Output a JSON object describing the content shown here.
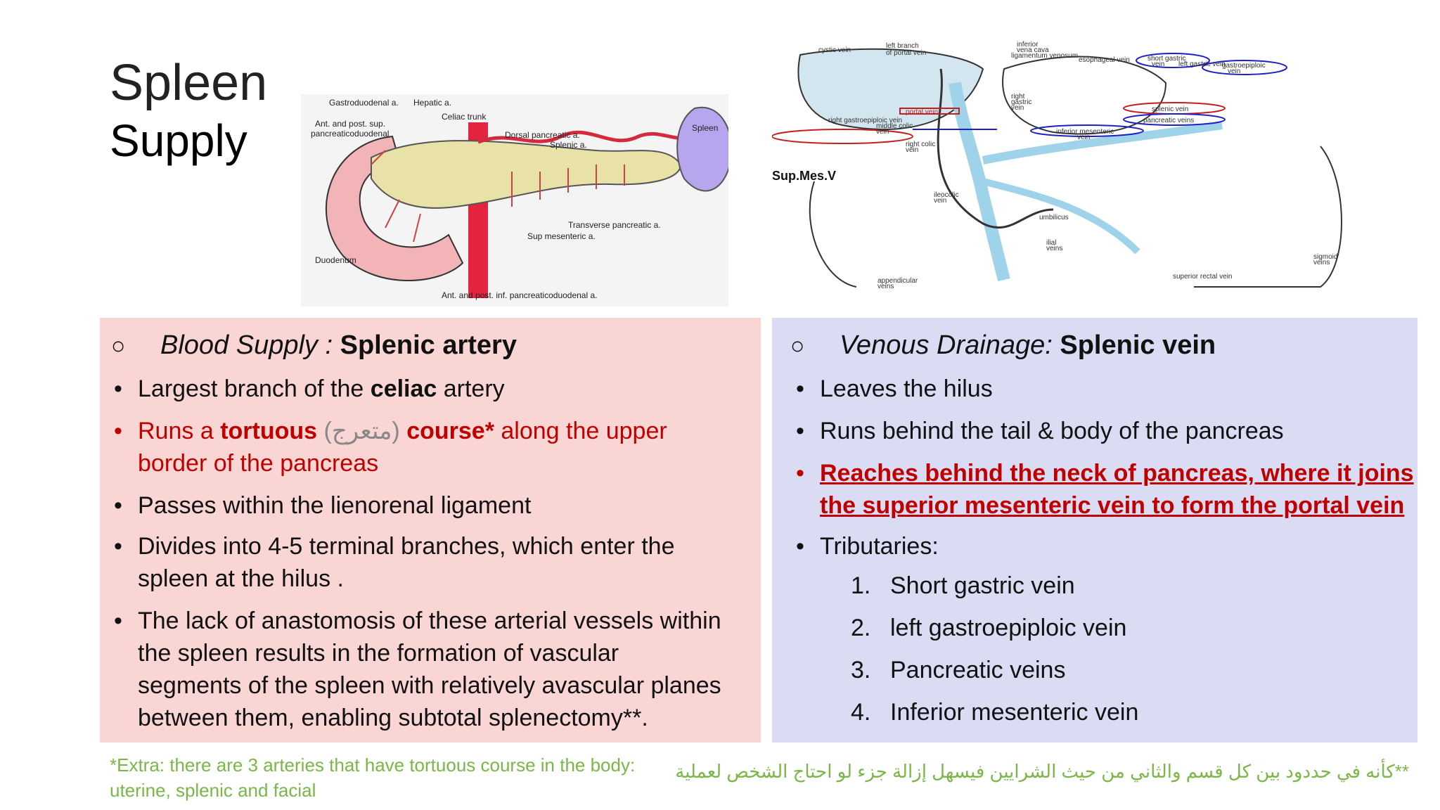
{
  "title": {
    "line1": "Spleen",
    "line2": "Supply"
  },
  "arterial_figure": {
    "labels": {
      "gastroduodenal": "Gastroduodenal a.",
      "hepatic": "Hepatic a.",
      "celiac": "Celiac trunk",
      "ant_post_sup": "Ant. and post. sup.",
      "pancreaticoduodenal": "pancreaticoduodenal",
      "dorsal": "Dorsal pancreatic a.",
      "splenic": "Splenic a.",
      "spleen": "Spleen",
      "transverse": "Transverse pancreatic a.",
      "sup_mesenteric": "Sup mesenteric a.",
      "duodenum": "Duodenum",
      "ant_post_inf": "Ant. and post. inf. pancreaticoduodenal a."
    }
  },
  "venous_figure": {
    "labels": {
      "cystic": "cystic vein",
      "left_branch": "left branch",
      "portal_vein_of": "of portal vein",
      "inferior": "inferior",
      "vena_cava": "vena cava",
      "lig_venosum": "ligamentum venosum",
      "esophageal": "esophageal vein",
      "left_gastric": "left gastric vein",
      "short_gastric": "short gastric",
      "short_gastric_2": "vein",
      "gastroepiploic": "gastroepiploic",
      "gastroepiploic_2": "vein",
      "right_gastric_1": "right",
      "right_gastric_2": "gastric",
      "right_gastric_3": "vein",
      "portal_vein": "portal vein",
      "splenic_vein": "splenic vein",
      "right_gastroepiploic": "right gastroepiploic vein",
      "middle_colic": "middle colic",
      "middle_colic_2": "vein",
      "pancreatic_veins": "pancreatic veins",
      "sup_mes": "Sup.Mes.V",
      "right_colic": "right colic",
      "right_colic_2": "vein",
      "inferior_mesenteric": "inferior mesenteric",
      "inferior_mesenteric_2": "vein",
      "ileocolic": "ileocolic",
      "ileocolic_2": "vein",
      "umbilicus": "umbilicus",
      "ilial_veins": "ilial",
      "ilial_veins_2": "veins",
      "sigmoid": "sigmoid",
      "sigmoid_2": "veins",
      "appendicular": "appendicular",
      "appendicular_2": "veins",
      "superior_rectal": "superior rectal vein"
    }
  },
  "left_box": {
    "heading_italic": "Blood Supply : ",
    "heading_bold": "Splenic artery",
    "b1_pre": "Largest branch of  the ",
    "b1_bold": "celiac",
    "b1_post": " artery",
    "b2_pre": "Runs a ",
    "b2_bold1": "tortuous",
    "b2_arabic": " (متعرج) ",
    "b2_bold2": "course*",
    "b2_post": " along the upper",
    "b2_line2": "border of the pancreas",
    "b3": "Passes within the lienorenal ligament",
    "b4_line1": "Divides into 4-5  terminal branches, which enter the",
    "b4_line2": "spleen at the hilus .",
    "b5_line1": "The lack of anastomosis of these arterial vessels within",
    "b5_line2": "the spleen results in the formation of vascular",
    "b5_line3": "segments of the spleen with relatively avascular planes",
    "b5_line4": "between them, enabling subtotal splenectomy**."
  },
  "right_box": {
    "heading_italic": "Venous Drainage: ",
    "heading_bold": "Splenic vein",
    "b1": "Leaves the hilus",
    "b2": "Runs behind the tail & body of the pancreas",
    "b3_line1": "Reaches behind the neck of pancreas, where it joins",
    "b3_line2": "the superior mesenteric vein to form the portal vein",
    "b4": "Tributaries:",
    "tributaries": [
      {
        "n": "1.",
        "text": "Short gastric vein"
      },
      {
        "n": "2.",
        "text": "left gastroepiploic vein"
      },
      {
        "n": "3.",
        "text": "Pancreatic veins"
      },
      {
        "n": "4.",
        "text": "Inferior mesenteric vein"
      }
    ]
  },
  "footnote_left": {
    "line1": "*Extra: there are 3 arteries that have tortuous course in the body:",
    "line2": "uterine, splenic and facial"
  },
  "footnote_right": "**كأنه في حددود بين كل قسم والثاني من حيث الشرايين فيسهل إزالة جزء لو احتاج الشخص لعملية",
  "colors": {
    "left_box": "#f9d6d4",
    "right_box": "#d9dcf2",
    "red": "#c00000",
    "green": "#7ab648"
  }
}
